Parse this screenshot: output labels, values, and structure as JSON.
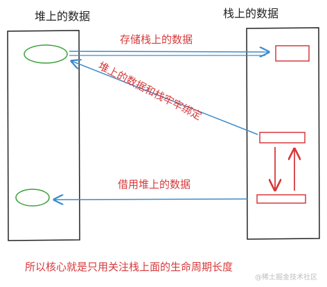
{
  "heap": {
    "title": "堆上的数据"
  },
  "stack": {
    "title": "栈上的数据"
  },
  "arrows": {
    "store": "存储栈上的数据",
    "bind": "堆上的数据和栈牢牢绑定",
    "borrow": "借用堆上的数据"
  },
  "caption": "所以核心就是只用关注栈上面的生命周期长度",
  "watermark": "@稀土掘金技术社区",
  "colors": {
    "ink": "#222222",
    "red": "#d6393b",
    "blue": "#3d8bc9",
    "green": "#3aa13a"
  }
}
